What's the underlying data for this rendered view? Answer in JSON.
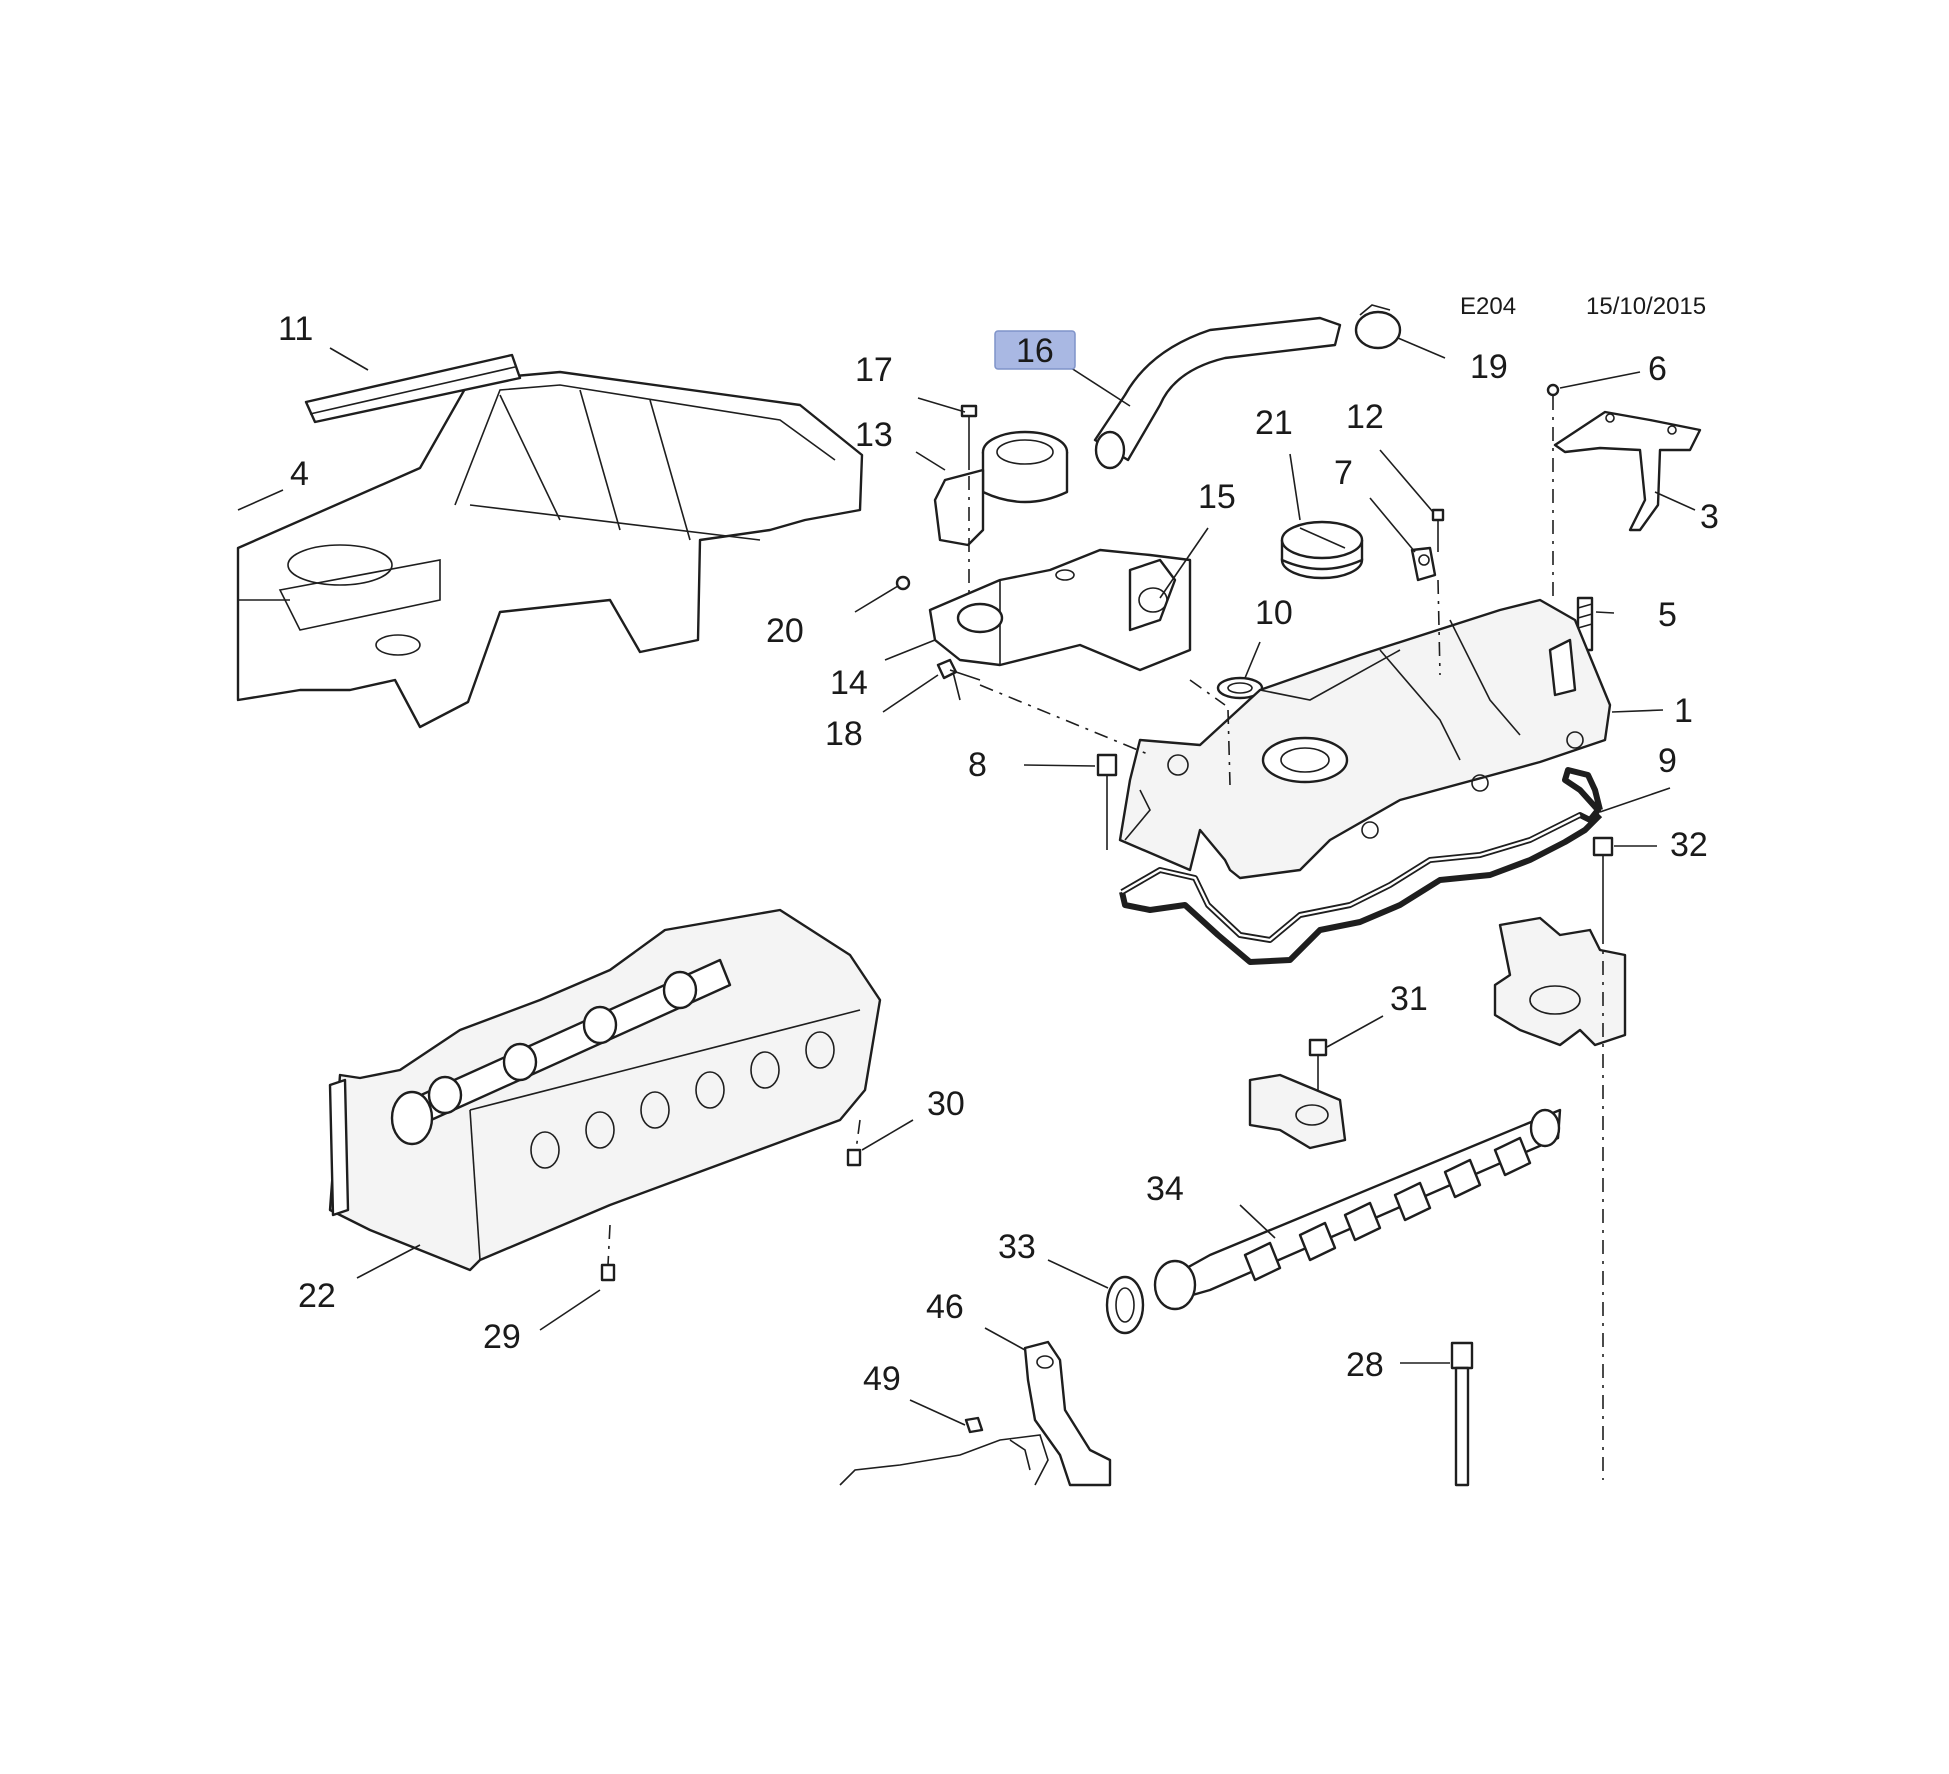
{
  "header": {
    "code": "E204",
    "date": "15/10/2015"
  },
  "highlight_color": "#a9b8e3",
  "callouts": {
    "c1": "1",
    "c3": "3",
    "c4": "4",
    "c5": "5",
    "c6": "6",
    "c7": "7",
    "c8": "8",
    "c9": "9",
    "c10": "10",
    "c11": "11",
    "c12": "12",
    "c13": "13",
    "c14": "14",
    "c15": "15",
    "c16": "16",
    "c17": "17",
    "c18": "18",
    "c19": "19",
    "c20": "20",
    "c21": "21",
    "c22": "22",
    "c28": "28",
    "c29": "29",
    "c30": "30",
    "c31": "31",
    "c32": "32",
    "c33": "33",
    "c34": "34",
    "c46": "46",
    "c49": "49"
  }
}
